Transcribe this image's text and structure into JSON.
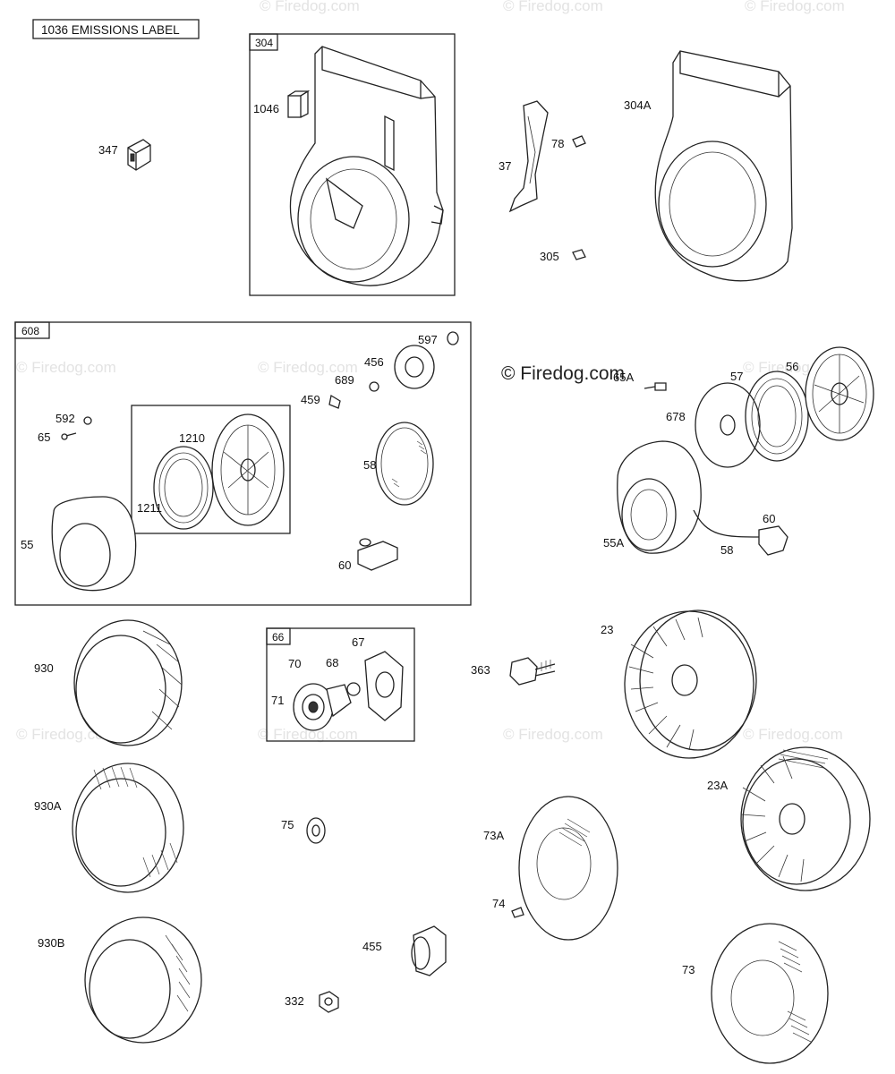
{
  "emissions_label": "1036 EMISSIONS LABEL",
  "watermark": "© Firedog.com",
  "groups": {
    "g304": "304",
    "g608": "608",
    "g66": "66"
  },
  "labels": {
    "p347": "347",
    "p1046": "1046",
    "p37": "37",
    "p78": "78",
    "p305": "305",
    "p304A": "304A",
    "p592": "592",
    "p65": "65",
    "p1210": "1210",
    "p1211": "1211",
    "p55": "55",
    "p459": "459",
    "p689": "689",
    "p456": "456",
    "p597": "597",
    "p58": "58",
    "p60": "60",
    "p65A": "65A",
    "p678": "678",
    "p57": "57",
    "p56": "56",
    "p55A": "55A",
    "p60b": "60",
    "p58b": "58",
    "p930": "930",
    "p70": "70",
    "p68": "68",
    "p67": "67",
    "p71": "71",
    "p363": "363",
    "p23": "23",
    "p930A": "930A",
    "p75": "75",
    "p73A": "73A",
    "p23A": "23A",
    "p74": "74",
    "p930B": "930B",
    "p455": "455",
    "p332": "332",
    "p73": "73"
  }
}
